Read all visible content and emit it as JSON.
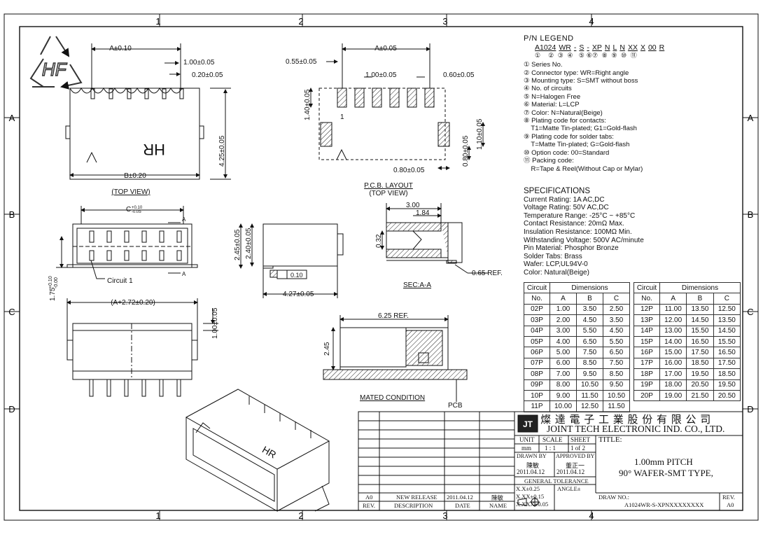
{
  "frame": {
    "col_labels": [
      "1",
      "2",
      "3",
      "4"
    ],
    "row_labels": [
      "A",
      "B",
      "C",
      "D"
    ]
  },
  "logo": {
    "text": "HF"
  },
  "views": {
    "top_view": {
      "title": "(TOP VIEW)",
      "dims": {
        "a": "A±0.10",
        "pitch": "1.00±0.05",
        "pin": "0.20±0.05",
        "height": "4.25±0.05",
        "b": "B±0.20"
      },
      "mark": "HR"
    },
    "pcb_layout": {
      "title": "P.C.B. LAYOUT",
      "subtitle": "(TOP VIEW)",
      "dims": {
        "a": "A±0.05",
        "left": "0.55±0.05",
        "pitch": "1.00±0.05",
        "pad": "0.60±0.05",
        "pad_h": "1.40±0.05",
        "tab_h": "1.10±0.05",
        "tab_h2": "0.80±0.05",
        "tab_w": "0.80±0.05"
      },
      "pin1": "1"
    },
    "front_view": {
      "dims": {
        "c": "C",
        "c_tol_up": "+0.10",
        "c_tol_dn": "-0.05",
        "height": "1.75",
        "h_tol_up": "+0.10",
        "h_tol_dn": "-0.00"
      },
      "circuit_label": "Circuit 1",
      "marks": [
        "A",
        "A"
      ]
    },
    "side_view": {
      "dims": {
        "h1": "2.45±0.05",
        "h2": "2.40±0.05",
        "depth": "4.27±0.05"
      },
      "flatness": "0.10"
    },
    "section": {
      "title": "SEC:A-A",
      "dims": {
        "w1": "3.00",
        "w2": "1.84",
        "h": "0.32",
        "ref": "0.65 REF."
      }
    },
    "bottom_view": {
      "dims": {
        "a": "(A+2.72±0.20)",
        "h": "1.00±0.05"
      }
    },
    "mated": {
      "title": "MATED CONDITION",
      "dims": {
        "ref": "6.25 REF.",
        "h": "2.45"
      },
      "pcb": "PCB"
    }
  },
  "legend": {
    "heading": "P/N LEGEND",
    "pn_parts": [
      "A1024",
      "WR",
      "-",
      "S",
      "-",
      "XP",
      "N",
      "L",
      "N",
      "XX",
      "X",
      "00",
      "R"
    ],
    "pn_numbers": "①    ②  ③  ④   ⑤ ⑥⑦  ⑧  ⑨  ⑩  ⑪",
    "items": [
      "① Series No.",
      "② Connector type: WR=Right angle",
      "③ Mounting type: S=SMT without boss",
      "④ No. of circuits",
      "⑤ N=Halogen Free",
      "⑥ Material: L=LCP",
      "⑦ Color: N=Natural(Beige)",
      "⑧ Plating code for contacts:",
      "    T1=Matte Tin-plated; G1=Gold-flash",
      "⑨ Plating code for solder tabs:",
      "    T=Matte Tin-plated; G=Gold-flash",
      "⑩ Option code: 00=Standard",
      "⑪ Packing code:",
      "    R=Tape & Reel(Without Cap or Mylar)"
    ]
  },
  "specifications": {
    "heading": "SPECIFICATIONS",
    "lines": [
      "Current Rating: 1A AC,DC",
      "Voltage Rating: 50V AC,DC",
      "Temperature Range: -25°C ~ +85°C",
      "Contact Resistance: 20mΩ Max.",
      "Insulation Resistance: 100MΩ Min.",
      "Withstanding Voltage: 500V AC/minute",
      "Pin Material: Phosphor Bronze",
      "Solder Tabs: Brass",
      "Wafer: LCP,UL94V-0",
      "Color: Natural(Beige)"
    ]
  },
  "dimension_table": {
    "h_circuit": "Circuit",
    "h_no": "No.",
    "h_dimensions": "Dimensions",
    "cols": [
      "A",
      "B",
      "C"
    ],
    "left": [
      [
        "02P",
        "1.00",
        "3.50",
        "2.50"
      ],
      [
        "03P",
        "2.00",
        "4.50",
        "3.50"
      ],
      [
        "04P",
        "3.00",
        "5.50",
        "4.50"
      ],
      [
        "05P",
        "4.00",
        "6.50",
        "5.50"
      ],
      [
        "06P",
        "5.00",
        "7.50",
        "6.50"
      ],
      [
        "07P",
        "6.00",
        "8.50",
        "7.50"
      ],
      [
        "08P",
        "7.00",
        "9.50",
        "8.50"
      ],
      [
        "09P",
        "8.00",
        "10.50",
        "9.50"
      ],
      [
        "10P",
        "9.00",
        "11.50",
        "10.50"
      ],
      [
        "11P",
        "10.00",
        "12.50",
        "11.50"
      ]
    ],
    "right": [
      [
        "12P",
        "11.00",
        "13.50",
        "12.50"
      ],
      [
        "13P",
        "12.00",
        "14.50",
        "13.50"
      ],
      [
        "14P",
        "13.00",
        "15.50",
        "14.50"
      ],
      [
        "15P",
        "14.00",
        "16.50",
        "15.50"
      ],
      [
        "16P",
        "15.00",
        "17.50",
        "16.50"
      ],
      [
        "17P",
        "16.00",
        "18.50",
        "17.50"
      ],
      [
        "18P",
        "17.00",
        "19.50",
        "18.50"
      ],
      [
        "19P",
        "18.00",
        "20.50",
        "19.50"
      ],
      [
        "20P",
        "19.00",
        "21.50",
        "20.50"
      ]
    ]
  },
  "title_block": {
    "company_cn": "燦 達 電 子 工 業 股 份 有 限 公 司",
    "company_en": "JOINT TECH ELECTRONIC IND. CO., LTD.",
    "unit_label": "UNIT",
    "unit": "mm",
    "scale_label": "SCALE",
    "scale": "1 : 1",
    "sheet_label": "SHEET",
    "sheet": "1 of 2",
    "title_label": "TITLE:",
    "title_line1": "1.00mm PITCH",
    "title_line2": "90° WAFER-SMT TYPE,",
    "drawn_label": "DRAWN BY",
    "drawn_by": "陳敏",
    "drawn_date": "2011.04.12",
    "approved_label": "APPROVED BY",
    "approved_by": "董正一",
    "approved_date": "2011.04.12",
    "tolerance_label": "GENERAL TOLERANCE",
    "tol1": "X.X±0.25",
    "tol2": "X.XX±0.15",
    "tol3": "X.XXX±0.05",
    "angle_label": "ANGLE±",
    "drawno_label": "DRAW NO.:",
    "drawno": "A1024WR-S-XPNXXXXXXXX",
    "rev_label": "REV.",
    "rev": "A0",
    "revision_row": {
      "rev": "A0",
      "desc": "NEW RELEASE",
      "date": "2011.04.12",
      "name": "陳敏"
    },
    "rev_headers": {
      "rev": "REV.",
      "desc": "DESCRIPTION",
      "date": "DATE",
      "name": "NAME"
    },
    "logo_text": "JT"
  }
}
